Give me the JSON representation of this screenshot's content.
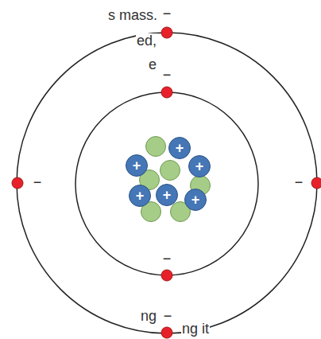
{
  "diagram": {
    "nodes": [
      {
        "text": [
          "+"
        ]
      },
      {
        "text": [
          "+"
        ]
      },
      {
        "text": [
          "+"
        ]
      },
      {
        "text": [
          "+"
        ]
      },
      {
        "text": [
          "+"
        ]
      },
      {
        "text": [
          "+"
        ]
      }
    ],
    "labels": [
      "s mass.",
      "−",
      "ed,",
      "e",
      "−",
      "−",
      "−",
      "−",
      "ng",
      "−",
      "ng it"
    ]
  }
}
